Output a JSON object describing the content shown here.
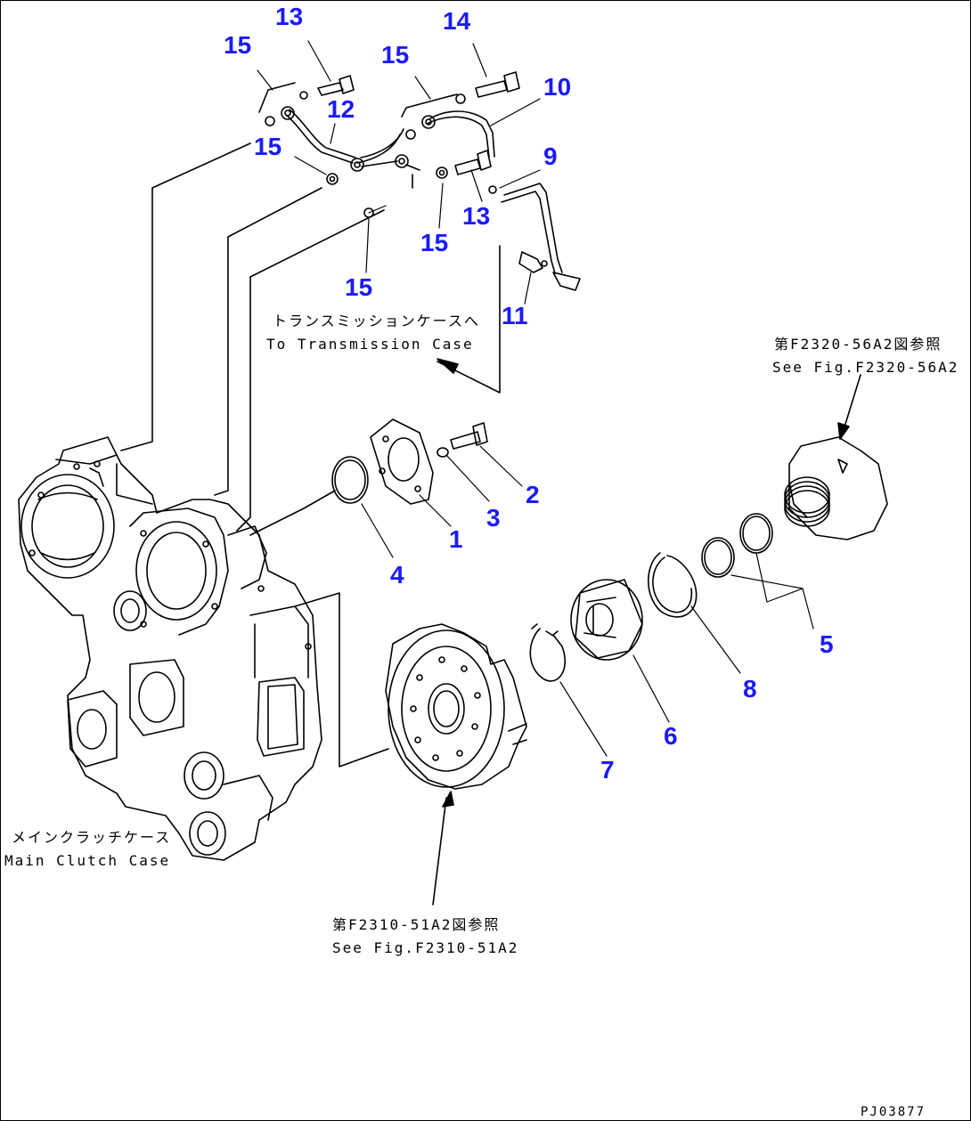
{
  "diagram": {
    "drawing_code": "PJ03877",
    "colors": {
      "callout": "#1a1aff",
      "line": "#000000",
      "background": "#ffffff"
    },
    "annotations": {
      "transmission_jp": "トランスミッションケースへ",
      "transmission_en": "To Transmission Case",
      "ref_top_jp": "第F2320-56A2図参照",
      "ref_top_en": "See Fig.F2320-56A2",
      "ref_bottom_jp": "第F2310-51A2図参照",
      "ref_bottom_en": "See Fig.F2310-51A2",
      "main_clutch_jp": "メインクラッチケース",
      "main_clutch_en": "Main Clutch Case"
    },
    "callouts": [
      {
        "id": "c13a",
        "label": "13"
      },
      {
        "id": "c15a",
        "label": "15"
      },
      {
        "id": "c12",
        "label": "12"
      },
      {
        "id": "c15b",
        "label": "15"
      },
      {
        "id": "c15c",
        "label": "15"
      },
      {
        "id": "c14",
        "label": "14"
      },
      {
        "id": "c10",
        "label": "10"
      },
      {
        "id": "c9",
        "label": "9"
      },
      {
        "id": "c13b",
        "label": "13"
      },
      {
        "id": "c15d",
        "label": "15"
      },
      {
        "id": "c15e",
        "label": "15"
      },
      {
        "id": "c11",
        "label": "11"
      },
      {
        "id": "c2",
        "label": "2"
      },
      {
        "id": "c3",
        "label": "3"
      },
      {
        "id": "c1",
        "label": "1"
      },
      {
        "id": "c4",
        "label": "4"
      },
      {
        "id": "c5",
        "label": "5"
      },
      {
        "id": "c8",
        "label": "8"
      },
      {
        "id": "c6",
        "label": "6"
      },
      {
        "id": "c7",
        "label": "7"
      }
    ]
  }
}
